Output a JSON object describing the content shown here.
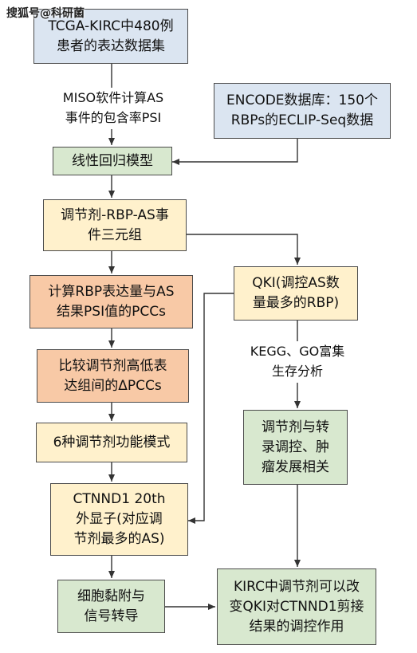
{
  "watermark": "搜狐号@科研菌",
  "nodes": {
    "tcga": "TCGA-KIRC中480例\n患者的表达数据集",
    "encode": "ENCODE数据库：150个\nRBPs的ECLIP-Seq数据",
    "linear_model": "线性回归模型",
    "triplet": "调节剂-RBP-AS事\n件三元组",
    "pcc": "计算RBP表达量与AS\n结果PSI值的PCCs",
    "qki": "QKI(调控AS数\n量最多的RBP)",
    "delta_pcc": "比较调节剂高低表\n达组间的ΔPCCs",
    "modes": "6种调节剂功能模式",
    "transcription": "调节剂与转\n录调控、肿\n瘤发展相关",
    "ctnnd1": "CTNND1 20th\n外显子(对应调\n节剂最多的AS)",
    "adhesion": "细胞黏附与\n信号转导",
    "kirc": "KIRC中调节剂可以改\n变QKI对CTNND1剪接\n结果的调控作用"
  },
  "edge_labels": {
    "miso": "MISO软件计算AS\n事件的包含率PSI",
    "enrichment": "KEGG、GO富集\n生存分析"
  }
}
